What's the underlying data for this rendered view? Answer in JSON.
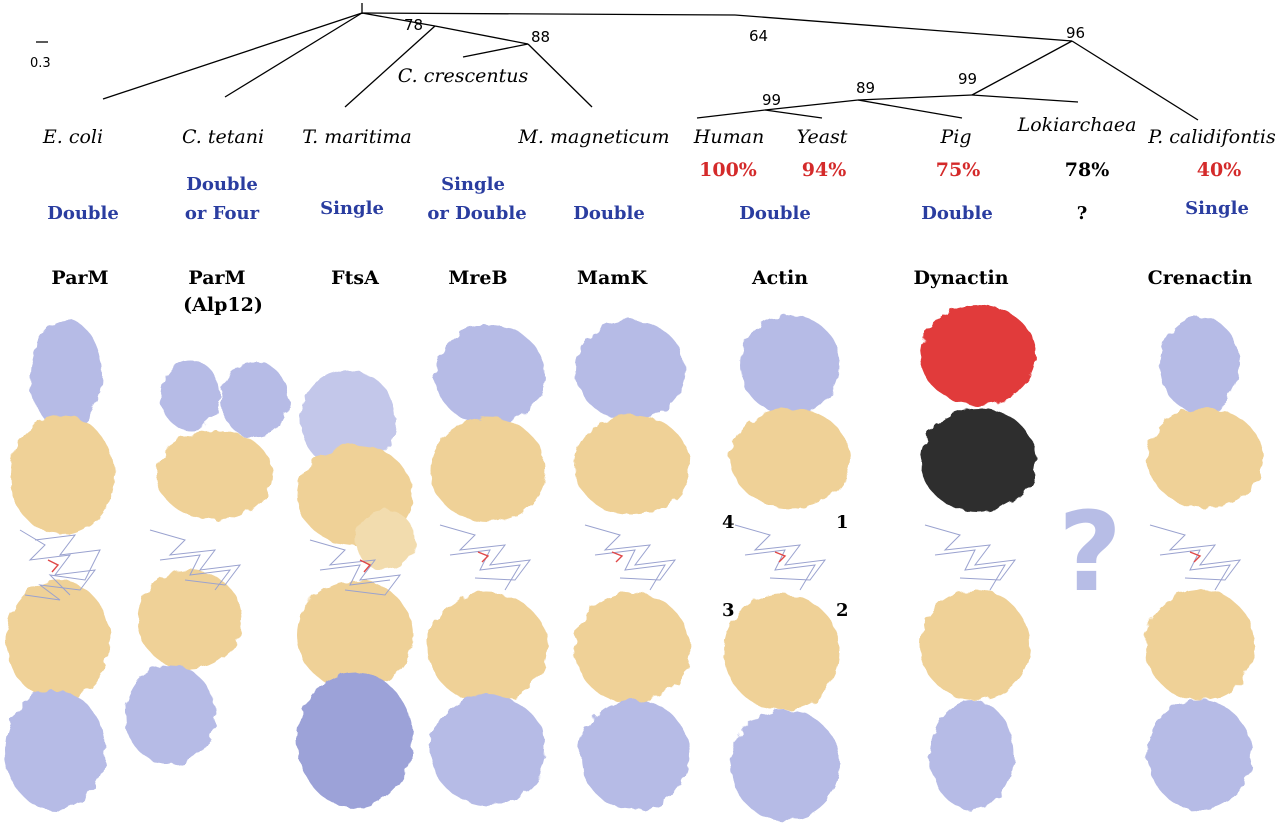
{
  "scale_bar": {
    "label": "0.3"
  },
  "bootstrap": [
    "78",
    "88",
    "64",
    "96",
    "99",
    "89",
    "99"
  ],
  "species": [
    {
      "name": "E. coli"
    },
    {
      "name": "C. tetani"
    },
    {
      "name": "T. maritima"
    },
    {
      "name": "C. crescentus"
    },
    {
      "name": "M. magneticum"
    },
    {
      "name": "Human"
    },
    {
      "name": "Yeast"
    },
    {
      "name": "Pig"
    },
    {
      "name": "Lokiarchaea"
    },
    {
      "name": "P. calidifontis"
    }
  ],
  "identity": [
    {
      "value": "100%",
      "color": "#d42a2a"
    },
    {
      "value": "94%",
      "color": "#d42a2a"
    },
    {
      "value": "75%",
      "color": "#d42a2a"
    },
    {
      "value": "78%",
      "color": "#000000"
    },
    {
      "value": "40%",
      "color": "#d42a2a"
    }
  ],
  "strands": [
    {
      "lines": [
        "Double"
      ]
    },
    {
      "lines": [
        "Double",
        "or Four"
      ]
    },
    {
      "lines": [
        "Single"
      ]
    },
    {
      "lines": [
        "Single",
        "or Double"
      ]
    },
    {
      "lines": [
        "Double"
      ]
    },
    {
      "lines": [
        "Double"
      ]
    },
    {
      "lines": [
        "Double"
      ]
    },
    {
      "lines": [
        "?"
      ]
    },
    {
      "lines": [
        "Single"
      ]
    }
  ],
  "proteins": [
    {
      "lines": [
        "ParM"
      ]
    },
    {
      "lines": [
        "ParM",
        "(Alp12)"
      ]
    },
    {
      "lines": [
        "FtsA"
      ]
    },
    {
      "lines": [
        "MreB"
      ]
    },
    {
      "lines": [
        "MamK"
      ]
    },
    {
      "lines": [
        "Actin"
      ]
    },
    {
      "lines": [
        "Dynactin"
      ]
    },
    {
      "lines": [
        "Crenactin"
      ]
    }
  ],
  "subunit_labels": [
    "4",
    "1",
    "3",
    "2"
  ],
  "unknown_structure": "?",
  "colors": {
    "subunit_blue": "#b6bbe6",
    "subunit_tan": "#efd197",
    "dynactin_red": "#e13a3a",
    "dynactin_dark": "#2f2f2f",
    "strand_text": "#2a3da0",
    "ligand": "#e04848"
  }
}
